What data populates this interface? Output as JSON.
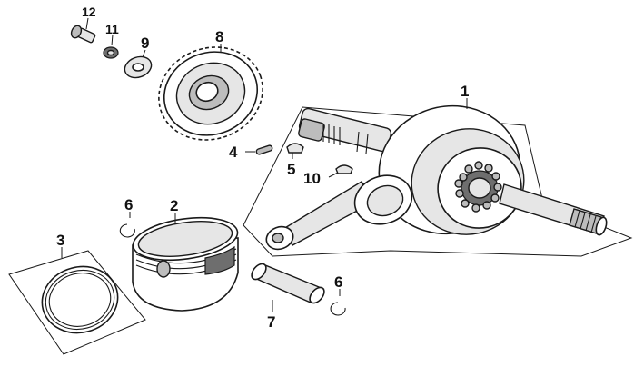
{
  "callouts": {
    "p1": "1",
    "p2": "2",
    "p3": "3",
    "p4": "4",
    "p5": "5",
    "p6a": "6",
    "p6b": "6",
    "p7": "7",
    "p8": "8",
    "p9": "9",
    "p10": "10",
    "p11": "11",
    "p12": "12"
  },
  "colors": {
    "line": "#1a1a1a",
    "shade_light": "#e6e6e6",
    "shade_mid": "#bdbdbd",
    "shade_dark": "#6e6e6e"
  }
}
